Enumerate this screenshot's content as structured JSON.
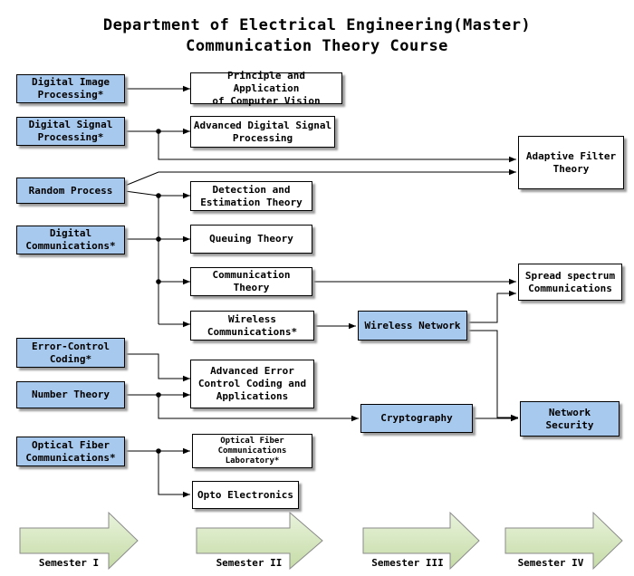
{
  "title": {
    "line1": "Department of Electrical Engineering(Master)",
    "line2": "Communication Theory Course"
  },
  "boxes": {
    "digital_image_processing": "Digital Image\nProcessing*",
    "digital_signal_processing": "Digital Signal\nProcessing*",
    "random_process": "Random Process",
    "digital_communications": "Digital\nCommunications*",
    "error_control_coding": "Error-Control\nCoding*",
    "number_theory": "Number Theory",
    "optical_fiber_communications": "Optical Fiber\nCommunications*",
    "computer_vision": "Principle and Application\nof Computer Vision",
    "advanced_dsp": "Advanced Digital Signal\nProcessing",
    "detection_estimation": "Detection and\nEstimation Theory",
    "queuing_theory": "Queuing Theory",
    "communication_theory": "Communication Theory",
    "wireless_communications": "Wireless\nCommunications*",
    "advanced_error_control": "Advanced Error\nControl Coding and\nApplications",
    "optical_fiber_lab": "Optical Fiber\nCommunications\nLaboratory*",
    "opto_electronics": "Opto Electronics",
    "wireless_network": "Wireless Network",
    "cryptography": "Cryptography",
    "adaptive_filter": "Adaptive Filter\nTheory",
    "spread_spectrum": "Spread spectrum\nCommunications",
    "network_security": "Network Security"
  },
  "semesters": [
    "Semester I",
    "Semester II",
    "Semester III",
    "Semester IV"
  ],
  "colors": {
    "prerequisite_box": "#a8c9ee",
    "course_box": "#ffffff",
    "arrow_fill": "#cde3b0",
    "line": "#000000"
  }
}
